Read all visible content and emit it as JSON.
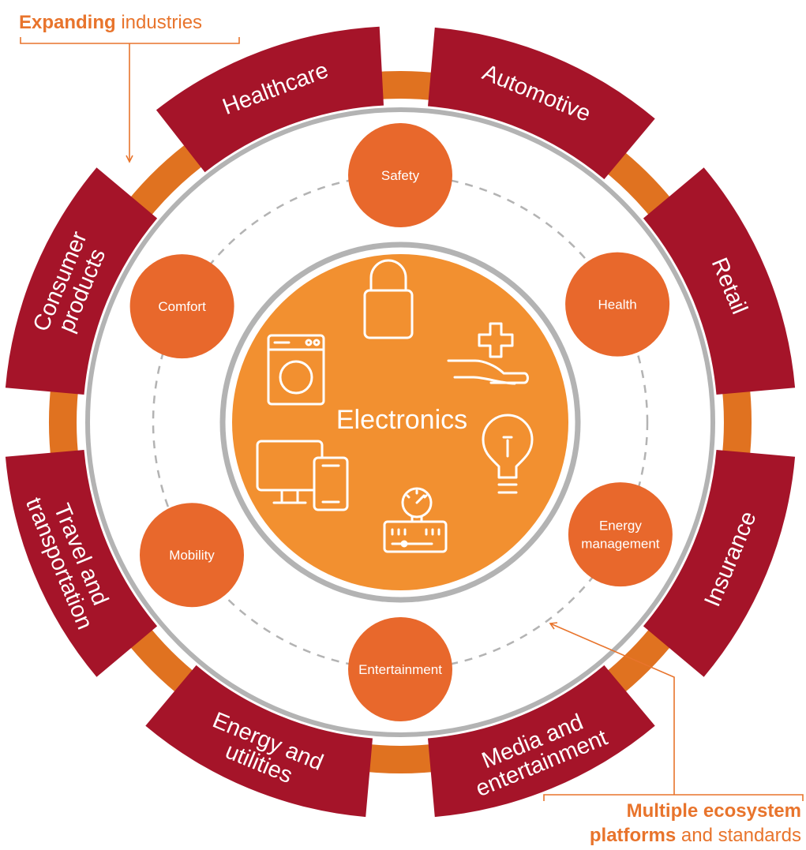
{
  "center": {
    "label": "Electronics"
  },
  "colors": {
    "industry_band": "#a51429",
    "connector": "#e07220",
    "center_fill": "#f29030",
    "node_fill": "#e8682c",
    "ring_gray": "#b3b3b3",
    "callout_text": "#e8742c"
  },
  "center_icons": [
    "padlock-icon",
    "hand-medical-cross-icon",
    "lightbulb-icon",
    "thermostat-gauge-icon",
    "monitor-tablet-icon",
    "washing-machine-icon"
  ],
  "nodes": [
    {
      "id": "safety",
      "lines": [
        "Safety"
      ]
    },
    {
      "id": "health",
      "lines": [
        "Health"
      ]
    },
    {
      "id": "energy-management",
      "lines": [
        "Energy",
        "management"
      ]
    },
    {
      "id": "entertainment",
      "lines": [
        "Entertainment"
      ]
    },
    {
      "id": "mobility",
      "lines": [
        "Mobility"
      ]
    },
    {
      "id": "comfort",
      "lines": [
        "Comfort"
      ]
    }
  ],
  "industries": [
    {
      "id": "healthcare",
      "lines": [
        "Healthcare"
      ]
    },
    {
      "id": "automotive",
      "lines": [
        "Automotive"
      ]
    },
    {
      "id": "retail",
      "lines": [
        "Retail"
      ]
    },
    {
      "id": "insurance",
      "lines": [
        "Insurance"
      ]
    },
    {
      "id": "media-and-entertainment",
      "lines": [
        "Media and",
        "entertainment"
      ]
    },
    {
      "id": "energy-and-utilities",
      "lines": [
        "Energy and",
        "utilities"
      ]
    },
    {
      "id": "travel-and-transportation",
      "lines": [
        "Travel and",
        "transportation"
      ]
    },
    {
      "id": "consumer-products",
      "lines": [
        "Consumer",
        "products"
      ]
    }
  ],
  "callouts": {
    "top": {
      "bold": "Expanding",
      "normal": " industries"
    },
    "bottom": {
      "line1_bold": "Multiple ecosystem",
      "line2_bold": "platforms",
      "line2_normal": " and standards"
    }
  }
}
